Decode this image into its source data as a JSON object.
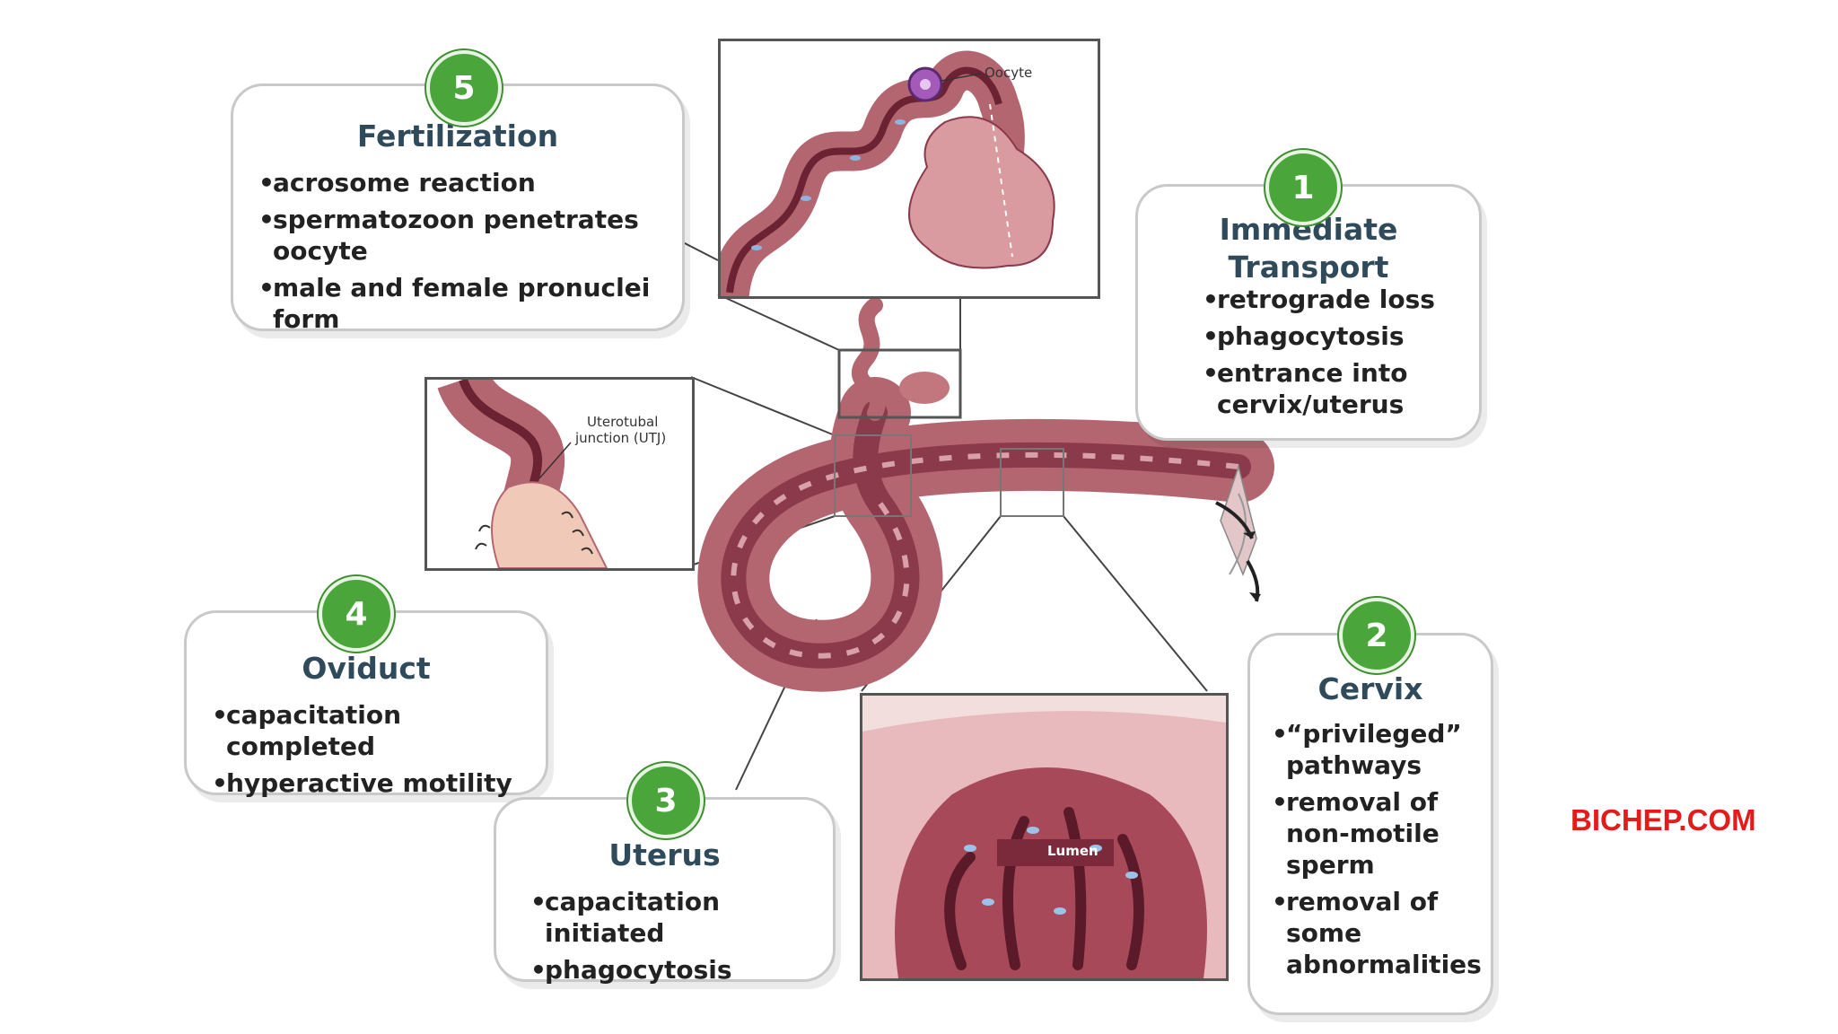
{
  "watermark": "BICHEP.COM",
  "labels": {
    "oocyte": "Oocyte",
    "utj_line1": "Uterotubal",
    "utj_line2": "junction (UTJ)",
    "lumen": "Lumen"
  },
  "stages": {
    "s1": {
      "number": "1",
      "title_line1": "Immediate",
      "title_line2": "Transport",
      "items": [
        "retrograde loss",
        "phagocytosis",
        "entrance into cervix/uterus"
      ]
    },
    "s2": {
      "number": "2",
      "title": "Cervix",
      "items": [
        "“privileged” pathways",
        "removal of non-motile sperm",
        "removal of some abnormalities"
      ]
    },
    "s3": {
      "number": "3",
      "title": "Uterus",
      "items": [
        "capacitation initiated",
        "phagocytosis"
      ]
    },
    "s4": {
      "number": "4",
      "title": "Oviduct",
      "items": [
        "capacitation completed",
        "hyperactive motility"
      ]
    },
    "s5": {
      "number": "5",
      "title": "Fertilization",
      "items": [
        "acrosome reaction",
        "spermatozoon penetrates oocyte",
        "male and female pronuclei form"
      ]
    }
  },
  "colors": {
    "badge": "#4aa63a",
    "title": "#2f4a5a",
    "tissue": "#b46670",
    "lumen": "#7a2a3a",
    "watermark": "#e31b1b"
  }
}
